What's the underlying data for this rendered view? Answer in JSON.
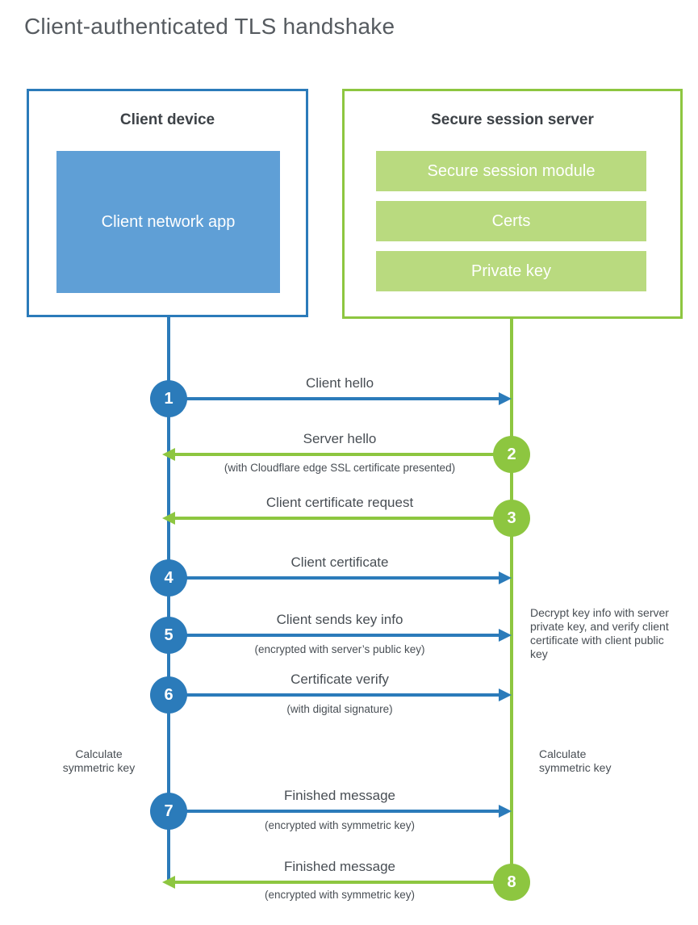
{
  "title": "Client-authenticated TLS handshake",
  "client_box": {
    "title": "Client device",
    "inner_label": "Client network app"
  },
  "server_box": {
    "title": "Secure session server",
    "modules": [
      "Secure session module",
      "Certs",
      "Private key"
    ]
  },
  "colors": {
    "blue": "#2b7bba",
    "blue_light": "#5f9fd6",
    "green": "#8dc640",
    "green_light": "#b9da7f"
  },
  "steps": [
    {
      "num": "1",
      "from": "client",
      "direction": "right",
      "label": "Client hello",
      "sublabel": ""
    },
    {
      "num": "2",
      "from": "server",
      "direction": "left",
      "label": "Server hello",
      "sublabel": "(with Cloudflare edge SSL certificate presented)"
    },
    {
      "num": "3",
      "from": "server",
      "direction": "left",
      "label": "Client certificate request",
      "sublabel": ""
    },
    {
      "num": "4",
      "from": "client",
      "direction": "right",
      "label": "Client certificate",
      "sublabel": ""
    },
    {
      "num": "5",
      "from": "client",
      "direction": "right",
      "label": "Client sends key info",
      "sublabel": "(encrypted with server’s public key)"
    },
    {
      "num": "6",
      "from": "client",
      "direction": "right",
      "label": "Certificate verify",
      "sublabel": "(with digital signature)"
    },
    {
      "num": "7",
      "from": "client",
      "direction": "right",
      "label": "Finished message",
      "sublabel": "(encrypted with symmetric key)"
    },
    {
      "num": "8",
      "from": "server",
      "direction": "left",
      "label": "Finished message",
      "sublabel": "(encrypted with symmetric key)"
    }
  ],
  "annotations": {
    "decrypt_note": "Decrypt key info with server private key, and verify client certificate with client public key",
    "calc_left": "Calculate symmetric key",
    "calc_right": "Calculate symmetric key"
  }
}
